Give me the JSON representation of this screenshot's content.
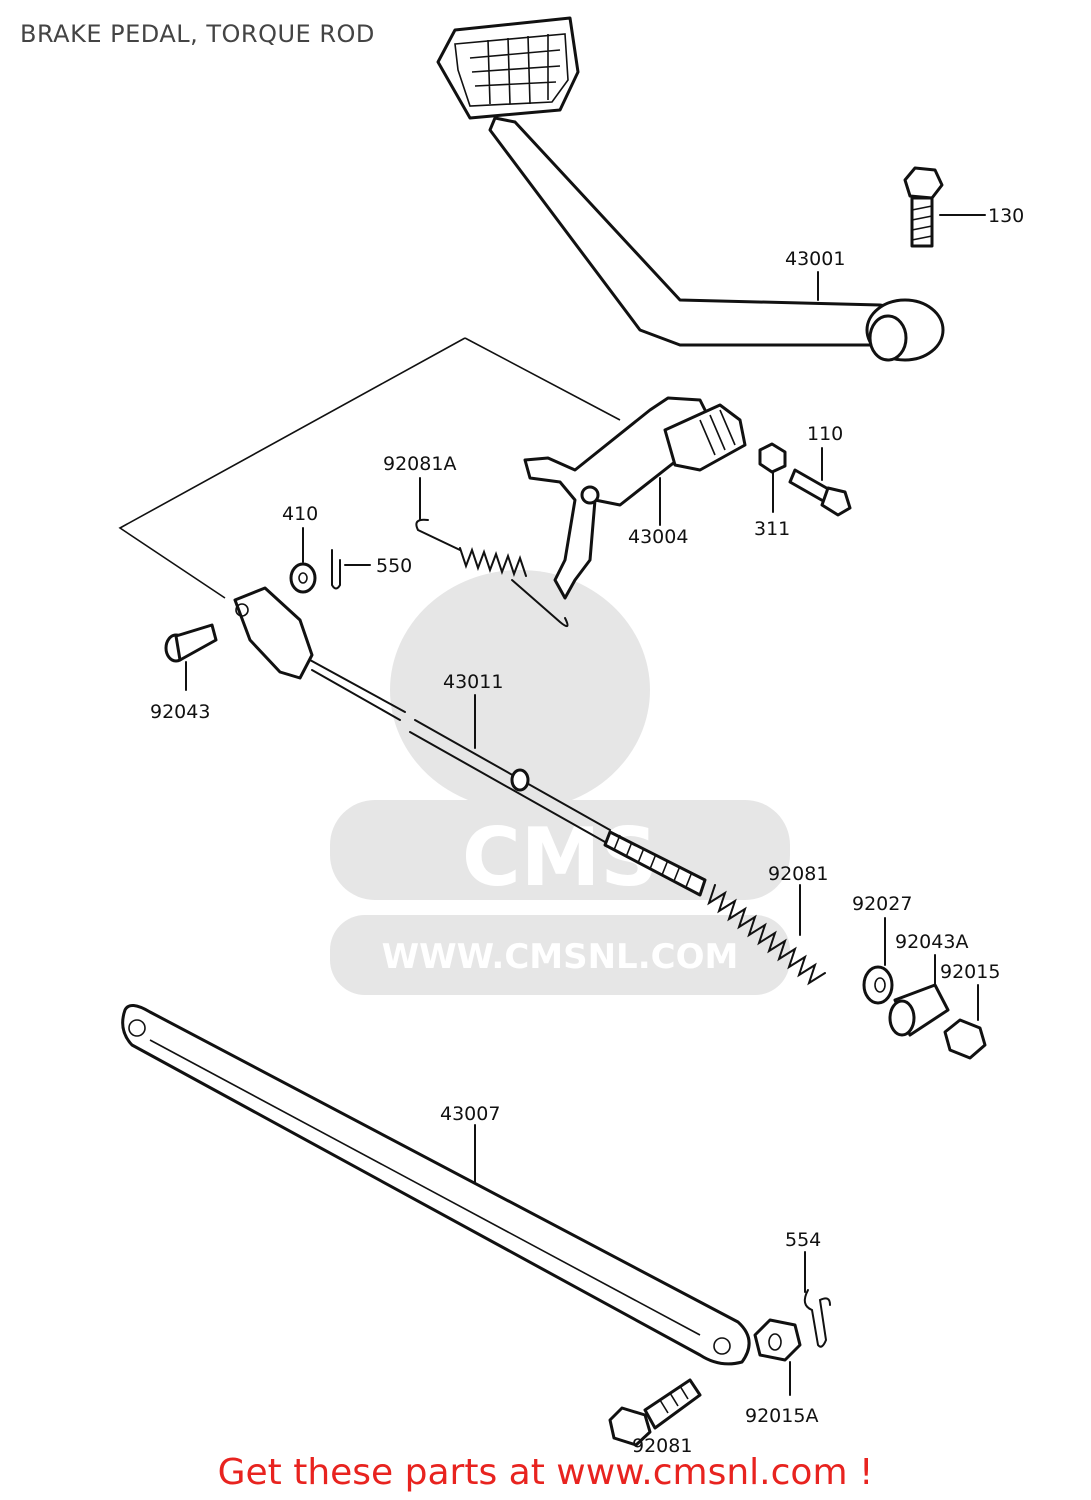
{
  "title": "BRAKE PEDAL, TORQUE ROD",
  "footer_text": "Get these parts at www.cmsnl.com !",
  "watermark": {
    "brand": "CMS",
    "url": "WWW.CMSNL.COM"
  },
  "colors": {
    "footer": "#e8231f",
    "lines": "#111111",
    "watermark": "#e6e6e6"
  },
  "part_labels": {
    "p130": "130",
    "p43001": "43001",
    "p110": "110",
    "p92081A": "92081A",
    "p43004": "43004",
    "p311": "311",
    "p410": "410",
    "p550": "550",
    "p92043": "92043",
    "p43011": "43011",
    "p92081": "92081",
    "p92027": "92027",
    "p92043A": "92043A",
    "p92015": "92015",
    "p43007": "43007",
    "p554": "554",
    "p92015A": "92015A",
    "p92081b": "92081"
  }
}
